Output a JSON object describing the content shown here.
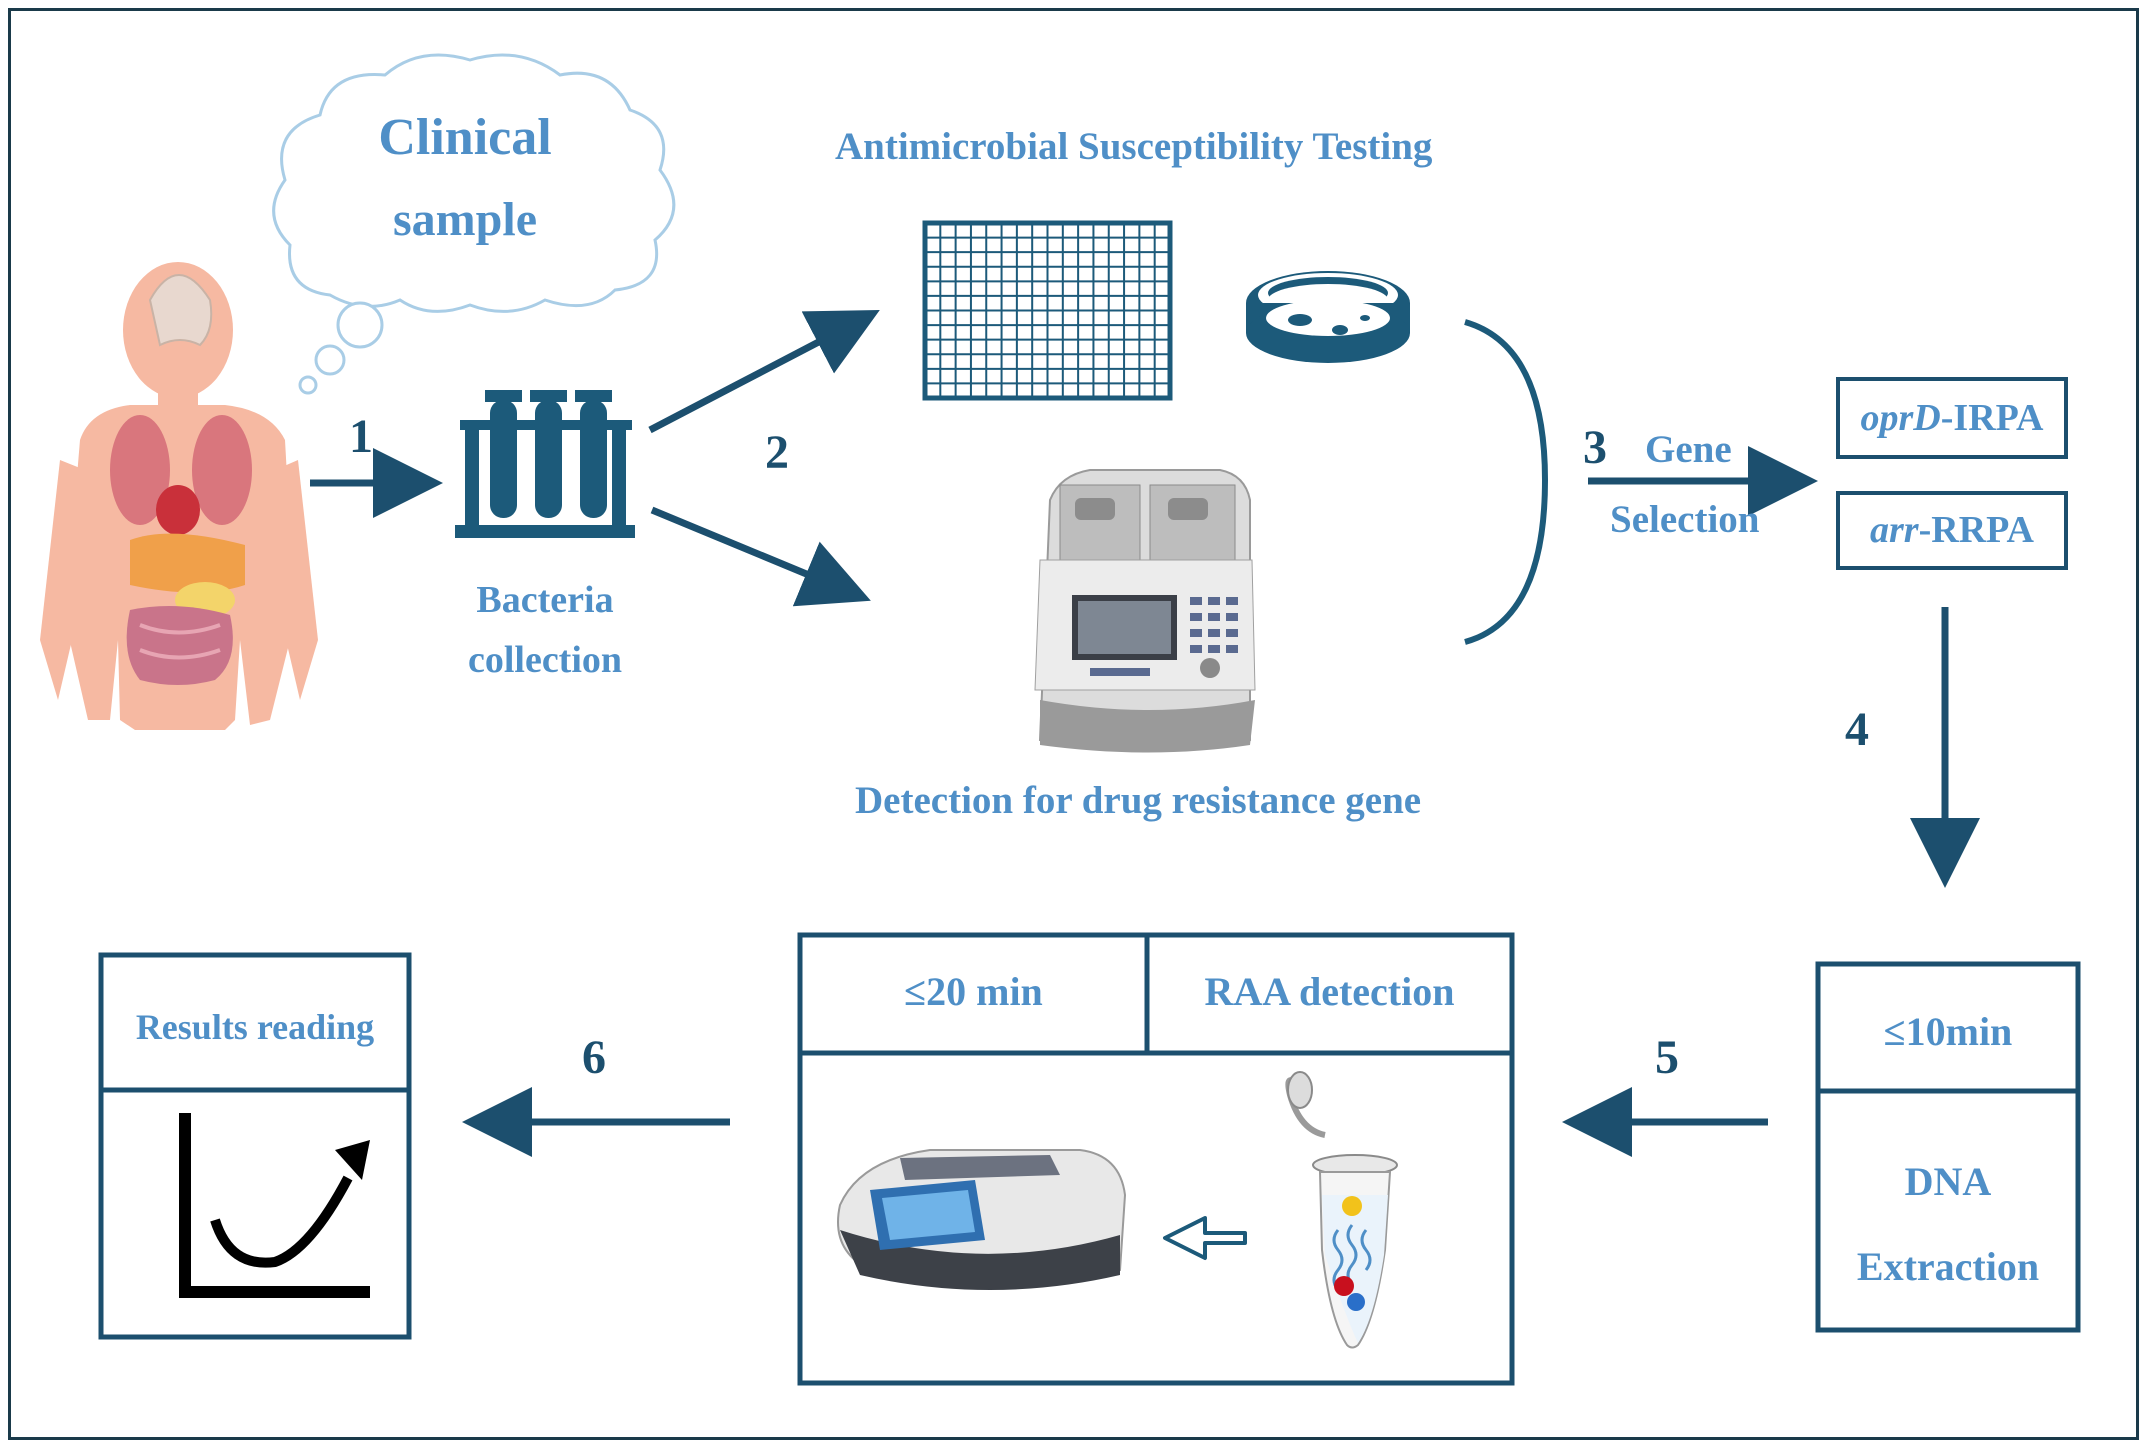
{
  "cloud": {
    "line1": "Clinical",
    "line2": "sample"
  },
  "steps": {
    "s1": "1",
    "s2": "2",
    "s3": "3",
    "s4": "4",
    "s5": "5",
    "s6": "6"
  },
  "bacteria": {
    "line1": "Bacteria",
    "line2": "collection"
  },
  "ast": {
    "title": "Antimicrobial Susceptibility Testing"
  },
  "detection": {
    "title": "Detection for drug resistance gene"
  },
  "gene_selection": {
    "line1": "Gene",
    "line2": "Selection"
  },
  "genes": [
    {
      "italic": "oprD",
      "rest": "-IRPA"
    },
    {
      "italic": "arr",
      "rest": "-RRPA"
    }
  ],
  "dna": {
    "time": "≤10min",
    "line1": "DNA",
    "line2": "Extraction"
  },
  "raa": {
    "time": "≤20 min",
    "title": "RAA detection"
  },
  "results": {
    "title": "Results reading"
  },
  "colors": {
    "accent_text": "#4f8fc7",
    "dark_teal": "#1c4f6e",
    "frame": "#1a3a4a"
  }
}
